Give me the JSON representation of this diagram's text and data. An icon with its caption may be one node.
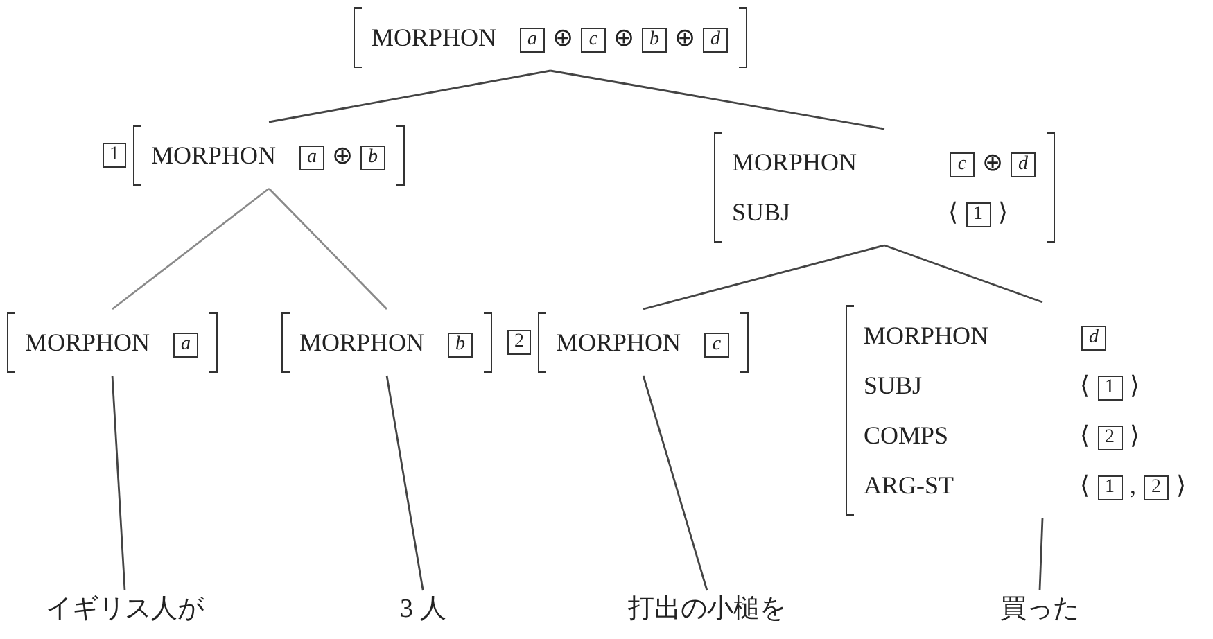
{
  "diagram": {
    "nodes": [
      {
        "text": [
          "MORPHON",
          "a ⊕ c ⊕ b ⊕ d"
        ]
      },
      {
        "text": [
          "MORPHON",
          "a ⊕ b"
        ],
        "beside": [
          "1"
        ]
      },
      {
        "text": [
          "MORPHON",
          "c ⊕ d",
          "SUBJ",
          "⟨ 1 ⟩"
        ]
      },
      {
        "text": [
          "MORPHON",
          "a"
        ]
      },
      {
        "text": [
          "MORPHON",
          "b"
        ]
      },
      {
        "text": [
          "MORPHON",
          "c"
        ],
        "beside": [
          "2"
        ]
      },
      {
        "text": [
          "MORPHON",
          "d",
          "SUBJ",
          "⟨ 1 ⟩",
          "COMPS",
          "⟨ 2 ⟩",
          "ARG-ST",
          "⟨ 1 , 2 ⟩"
        ]
      },
      {
        "text": [
          "イギリス人が"
        ]
      },
      {
        "text": [
          "3 人"
        ]
      },
      {
        "text": [
          "打出の小槌を"
        ]
      },
      {
        "text": [
          "買った"
        ]
      }
    ],
    "edges": [
      {
        "from": 0,
        "to": 1,
        "arrow": "none"
      },
      {
        "from": 0,
        "to": 2,
        "arrow": "none"
      },
      {
        "from": 1,
        "to": 3,
        "arrow": "none",
        "color": "#8a8a8a"
      },
      {
        "from": 1,
        "to": 4,
        "arrow": "none",
        "color": "#8a8a8a"
      },
      {
        "from": 2,
        "to": 5,
        "arrow": "none"
      },
      {
        "from": 2,
        "to": 6,
        "arrow": "none"
      },
      {
        "from": 3,
        "to": 7,
        "arrow": "none"
      },
      {
        "from": 4,
        "to": 8,
        "arrow": "none"
      },
      {
        "from": 5,
        "to": 9,
        "arrow": "none"
      },
      {
        "from": 6,
        "to": 10,
        "arrow": "none"
      }
    ]
  }
}
